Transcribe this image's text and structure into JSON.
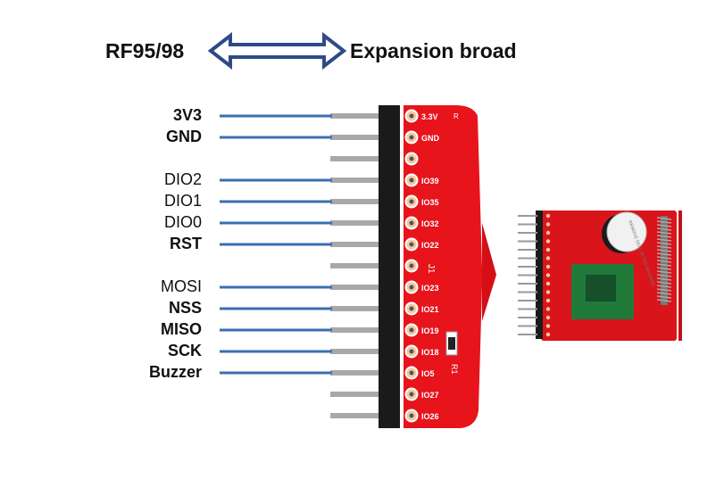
{
  "header": {
    "left_title": "RF95/98",
    "right_title": "Expansion broad"
  },
  "pin_labels": [
    {
      "label": "3V3",
      "row": 0
    },
    {
      "label": "GND",
      "row": 1
    },
    {
      "label": "DIO2",
      "row": 3
    },
    {
      "label": "DIO1",
      "row": 4
    },
    {
      "label": "DIO0",
      "row": 5
    },
    {
      "label": "RST",
      "row": 6
    },
    {
      "label": "MOSI",
      "row": 8
    },
    {
      "label": "NSS",
      "row": 9
    },
    {
      "label": "MISO",
      "row": 10
    },
    {
      "label": "SCK",
      "row": 11
    },
    {
      "label": "Buzzer",
      "row": 12
    }
  ],
  "board_silkscreen": [
    "3.3V",
    "GND",
    "",
    "IO39",
    "IO35",
    "IO32",
    "IO22",
    "",
    "IO23",
    "IO21",
    "IO19",
    "IO18",
    "IO5",
    "IO27",
    "IO26"
  ],
  "board_marks": {
    "header_ref": "J1",
    "resistor_ref": "R1",
    "corner_mark": "R"
  },
  "buzzer_text": "REMOVE SEAL AFTER WASHING",
  "colors": {
    "board_red": "#e8141c",
    "arrow_blue": "#2e4a8a",
    "line_blue": "#3b6eb5",
    "pin_grey": "#9a9a9a",
    "header_black": "#1a1a1a"
  }
}
